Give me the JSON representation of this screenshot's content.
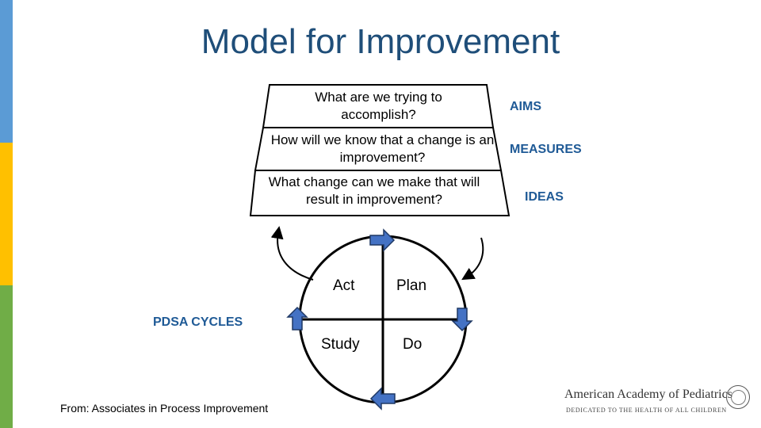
{
  "title": "Model for Improvement",
  "questions": [
    "What are we trying to accomplish?",
    "How will we know that a change is an improvement?",
    "What change can we make that will result in improvement?"
  ],
  "side_labels": {
    "aims": "AIMS",
    "measures": "MEASURES",
    "ideas": "IDEAS"
  },
  "pdsa_label": "PDSA CYCLES",
  "cycle": {
    "act": "Act",
    "plan": "Plan",
    "study": "Study",
    "do": "Do"
  },
  "source": "From:  Associates in Process Improvement",
  "logo": {
    "name": "American Academy of Pediatrics",
    "tagline": "DEDICATED TO THE HEALTH OF ALL CHILDREN"
  },
  "colors": {
    "title": "#1f4e79",
    "labels": "#1f5a96",
    "arrow_fill": "#4472c4",
    "band_blue": "#5b9bd5",
    "band_yellow": "#ffc000",
    "band_green": "#70ad47"
  }
}
